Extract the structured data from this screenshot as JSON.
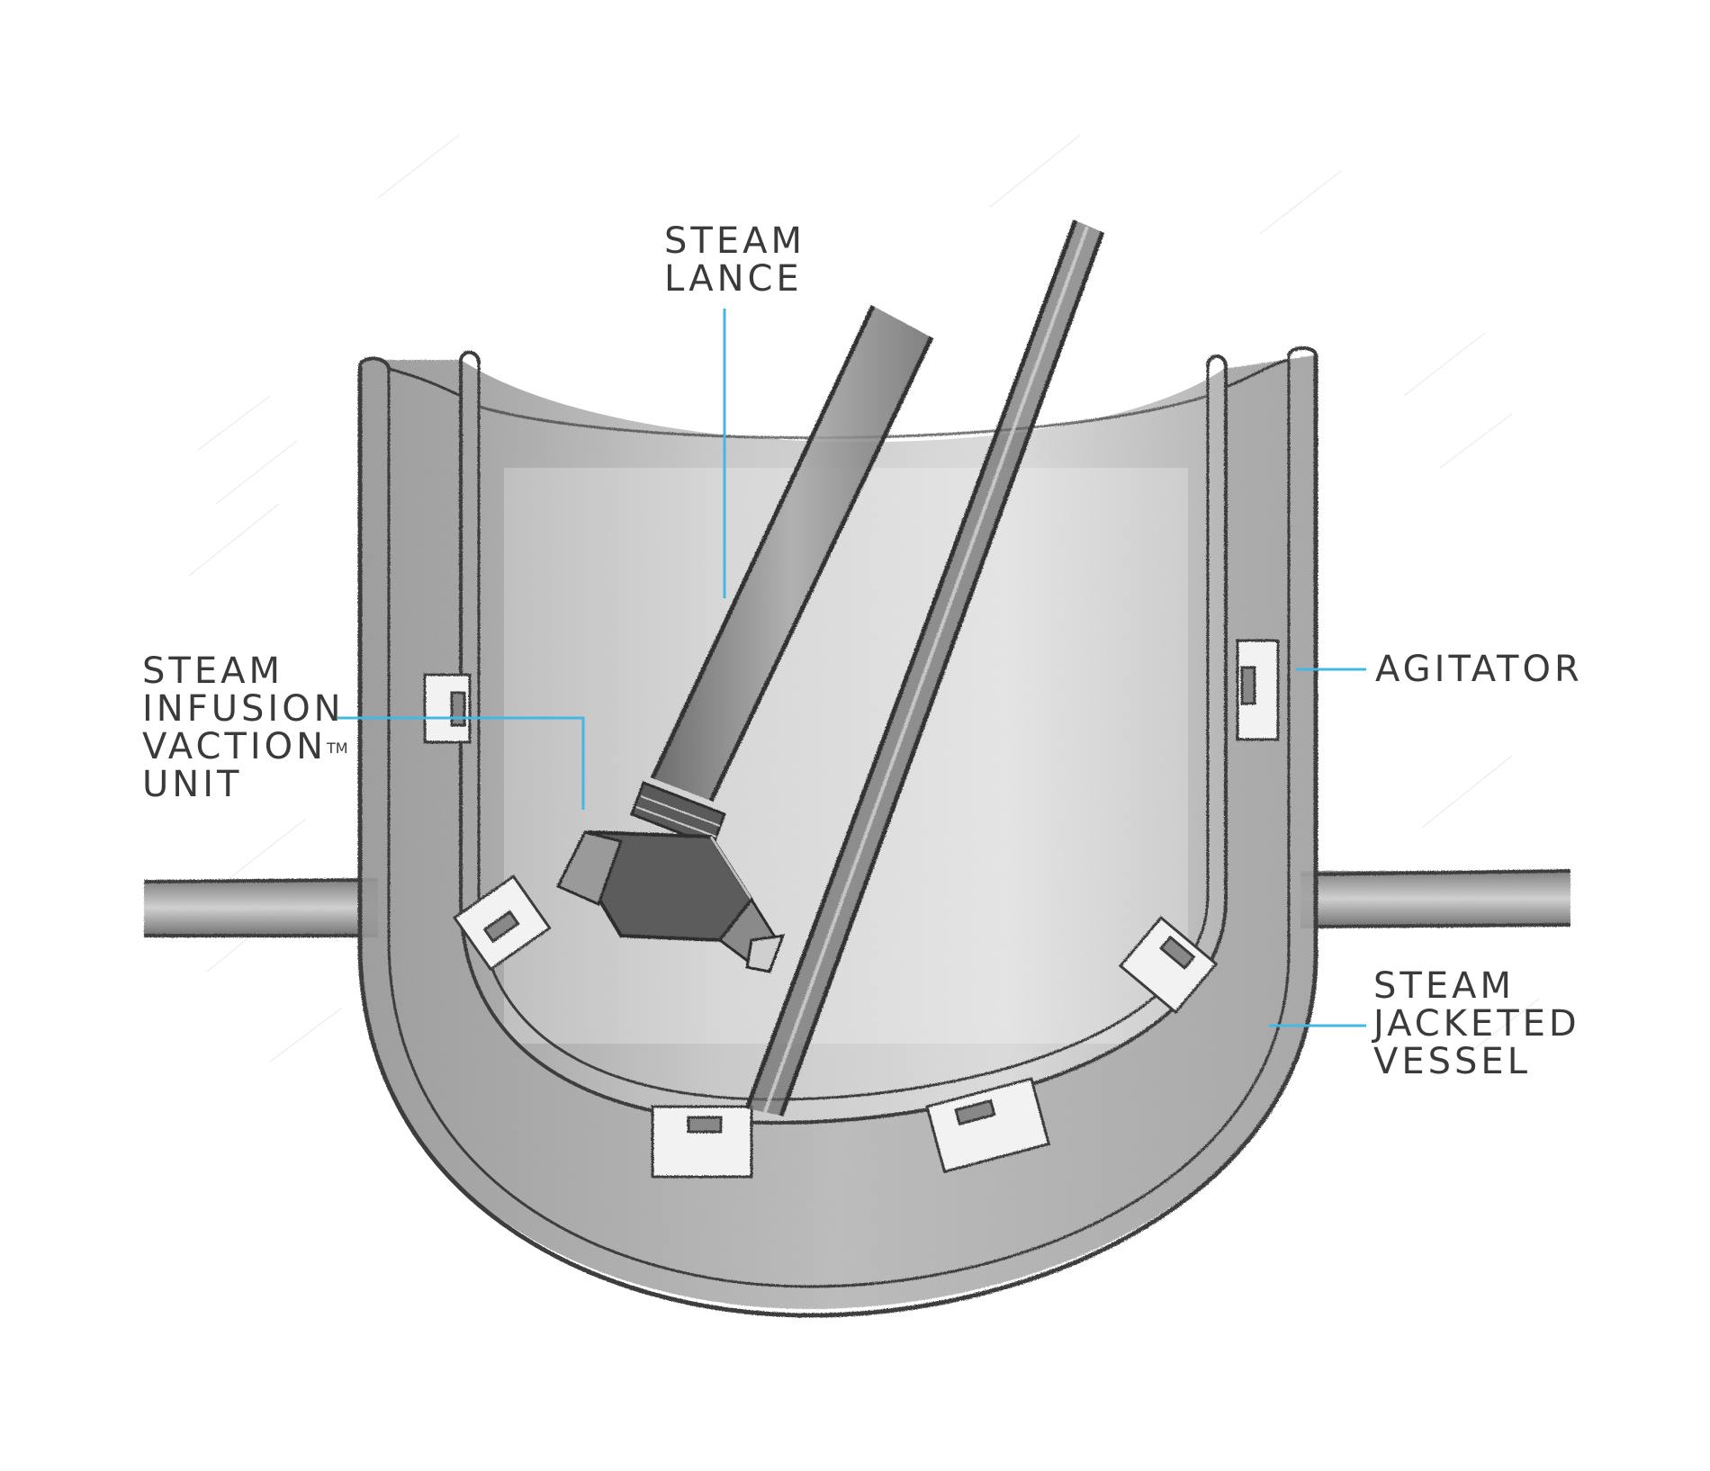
{
  "labels": {
    "steam_lance": [
      "STEAM",
      "LANCE"
    ],
    "steam_infusion": [
      "STEAM",
      "INFUSION",
      "VACTION",
      "UNIT"
    ],
    "trademark": "TM",
    "agitator": "AGITATOR",
    "steam_jacketed_vessel": [
      "STEAM",
      "JACKETED",
      "VESSEL"
    ]
  },
  "colors": {
    "leader_line": "#45b8e0",
    "pencil_dark": "#3d3d3d",
    "pencil_mid": "#7a7a7a",
    "pencil_light": "#b5b5b5",
    "background": "#ffffff"
  }
}
